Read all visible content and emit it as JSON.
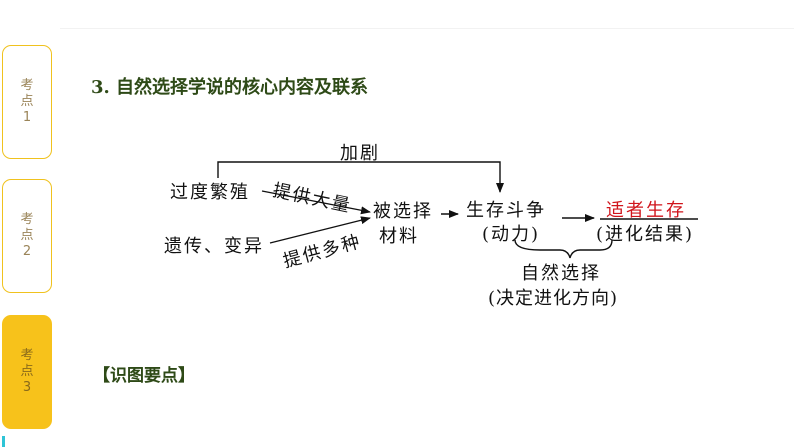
{
  "sidebar": {
    "tabs": [
      {
        "line1": "考",
        "line2": "点",
        "line3": "1",
        "active": false
      },
      {
        "line1": "考",
        "line2": "点",
        "line3": "2",
        "active": false
      },
      {
        "line1": "考",
        "line2": "点",
        "line3": "3",
        "active": true
      }
    ]
  },
  "content": {
    "heading": "3.  自然选择学说的核心内容及联系",
    "key_points_label": "【识图要点】"
  },
  "diagram": {
    "overproduction": "过度繁殖",
    "heredity_variation": "遗传、变异",
    "provide_many": "提供大量",
    "provide_various": "提供多种",
    "intensify": "加剧",
    "selected_line1": "被选择",
    "selected_line2": "材料",
    "struggle": "生存斗争",
    "power": "(动力)",
    "survival_fittest": "适者生存",
    "evolution_result": "(进化结果)",
    "natural_selection": "自然选择",
    "decide_direction": "(决定进化方向)"
  },
  "colors": {
    "tab_border": "#f0c21e",
    "tab_active": "#f7c21b",
    "heading": "#2e4a17",
    "highlight": "#d0141b"
  }
}
